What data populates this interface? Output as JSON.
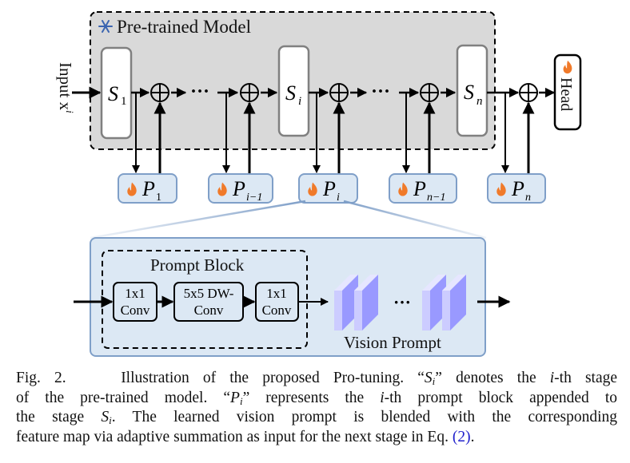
{
  "diagram": {
    "pretrained_model": {
      "title": "Pre-trained Model",
      "icon": "snowflake-icon",
      "stages": [
        {
          "label": "S",
          "sub": "1"
        },
        {
          "label": "S",
          "sub": "i"
        },
        {
          "label": "S",
          "sub": "n"
        }
      ]
    },
    "input_label": "Input x",
    "input_sup": "i",
    "head_label": "Head",
    "head_icon": "flame-icon",
    "ellipsis": "···",
    "prompt_blocks": [
      {
        "label": "P",
        "sub": "1",
        "icon": "flame-icon"
      },
      {
        "label": "P",
        "sub": "i−1",
        "icon": "flame-icon"
      },
      {
        "label": "P",
        "sub": "i",
        "icon": "flame-icon"
      },
      {
        "label": "P",
        "sub": "n−1",
        "icon": "flame-icon"
      },
      {
        "label": "P",
        "sub": "n",
        "icon": "flame-icon"
      }
    ],
    "detail": {
      "prompt_block_title": "Prompt Block",
      "convs": [
        {
          "line1": "1x1",
          "line2": "Conv"
        },
        {
          "line1": "5x5 DW-",
          "line2": "Conv"
        },
        {
          "line1": "1x1",
          "line2": "Conv"
        }
      ],
      "vision_prompt_label": "Vision Prompt",
      "ellipsis": "···"
    },
    "colors": {
      "model_bg": "#d9d9d9",
      "stage_border": "#808080",
      "prompt_fill": "#dce8f4",
      "prompt_border": "#7f9fc8",
      "flame": "#f07a2a",
      "snowflake": "#3a64b0",
      "feature_front": "#ccccff",
      "feature_side": "#9999ff",
      "feature_top": "#e6e6ff",
      "link": "#2222cc"
    }
  },
  "caption": {
    "fig": "Fig. 2.",
    "lines": [
      [
        "Illustration of the proposed Pro-tuning. “",
        "S",
        "i",
        "” denotes the ",
        "i",
        "-th stage"
      ],
      [
        "of the pre-trained model. “",
        "P",
        "i",
        "” represents the ",
        "i",
        "-th prompt block appended to"
      ],
      [
        "the stage ",
        "S",
        "i",
        ". The learned vision prompt is blended with the corresponding"
      ],
      [
        "feature map via adaptive summation as input for the next stage in Eq. ",
        "(2)",
        "."
      ]
    ]
  }
}
